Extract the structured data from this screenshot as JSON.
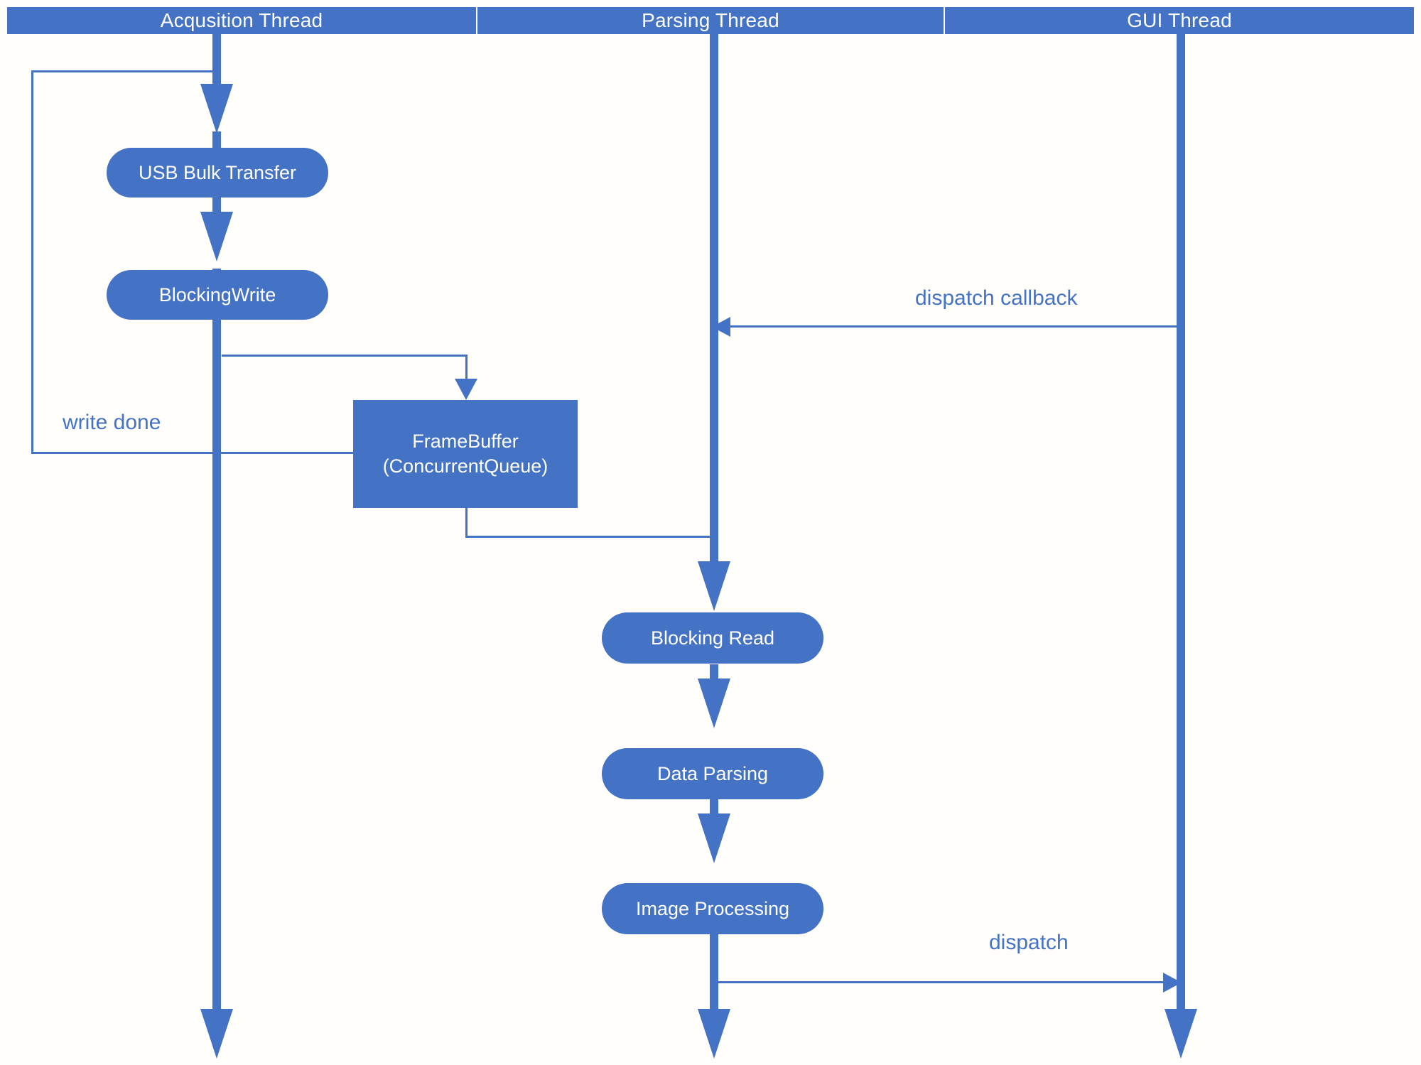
{
  "diagram": {
    "title_lanes": [
      {
        "label": "Acqusition Thread"
      },
      {
        "label": "Parsing Thread"
      },
      {
        "label": "GUI Thread"
      }
    ],
    "colors": {
      "accent": "#4472C4",
      "background": "#FFFEFB",
      "text_on_accent": "#FFFFFF"
    },
    "nodes": {
      "usb_bulk_transfer": "USB Bulk Transfer",
      "blocking_write": "BlockingWrite",
      "frame_buffer_line1": "FrameBuffer",
      "frame_buffer_line2": "(ConcurrentQueue)",
      "blocking_read": "Blocking Read",
      "data_parsing": "Data Parsing",
      "image_processing": "Image Processing"
    },
    "edge_labels": {
      "write_done": "write done",
      "dispatch_callback": "dispatch callback",
      "dispatch": "dispatch"
    }
  }
}
